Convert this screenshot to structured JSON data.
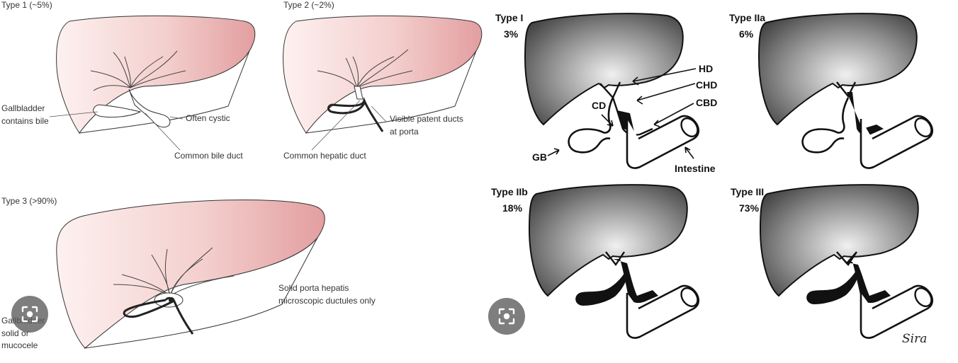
{
  "left_figure": {
    "type1_title": "Type 1 (~5%)",
    "type2_title": "Type 2 (~2%)",
    "type3_title": "Type 3 (>90%)",
    "gallbladder_bile_line1": "Gallbladder",
    "gallbladder_bile_line2": "contains bile",
    "often_cystic": "Often cystic",
    "common_bile_duct": "Common bile duct",
    "common_hepatic_duct": "Common hepatic duct",
    "visible_ducts_line1": "Visible patent ducts",
    "visible_ducts_line2": "at porta",
    "solid_porta_line1": "Solid porta hepatis",
    "solid_porta_line2": "microscopic ductules only",
    "gb_solid_line1": "Gallbladder",
    "gb_solid_line2": "solid or",
    "gb_solid_line3": "mucocele"
  },
  "right_figure": {
    "type_i": "Type I",
    "type_i_pct": "3%",
    "type_iia": "Type IIa",
    "type_iia_pct": "6%",
    "type_iib": "Type IIb",
    "type_iib_pct": "18%",
    "type_iii": "Type III",
    "type_iii_pct": "73%",
    "label_hd": "HD",
    "label_chd": "CHD",
    "label_cbd": "CBD",
    "label_cd": "CD",
    "label_gb": "GB",
    "label_intestine": "Intestine",
    "signature": "Sira"
  },
  "icons": {
    "lens_left": "visual-search-icon",
    "lens_right": "visual-search-icon"
  }
}
